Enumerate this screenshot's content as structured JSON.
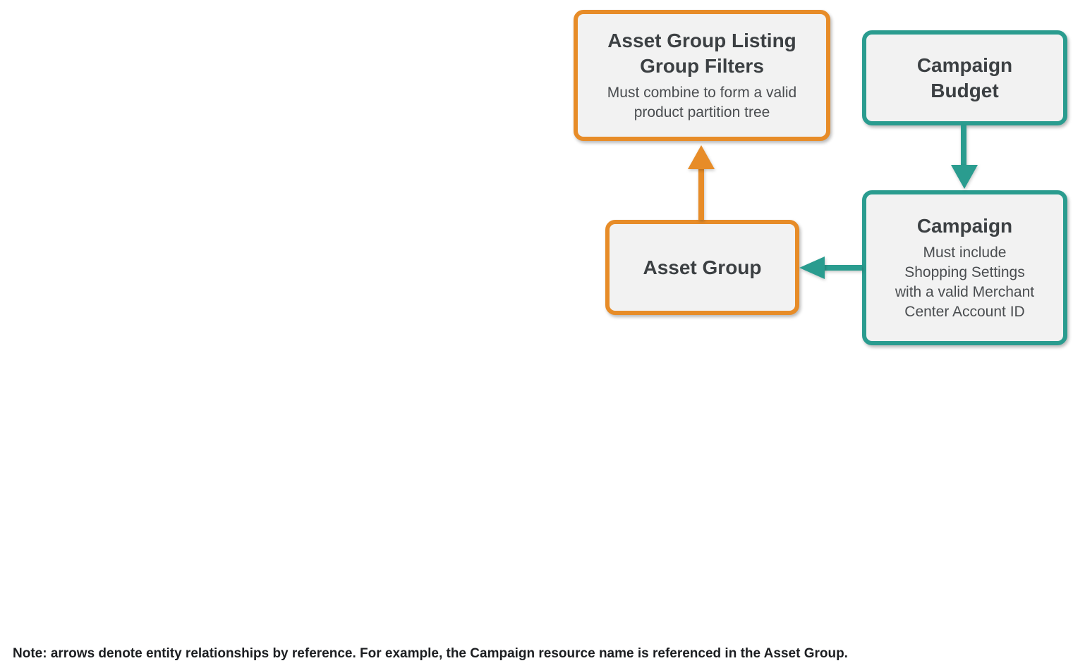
{
  "colors": {
    "orange": "#E78C28",
    "teal": "#2A9C8F",
    "node-fill": "#F2F2F2",
    "title-text": "#3C4043",
    "subtitle-text": "#4A4D50",
    "note-text": "#1C1E21"
  },
  "diagram": {
    "nodes": {
      "filters": {
        "title": "Asset Group Listing Group Filters",
        "title_lines": [
          "Asset Group Listing",
          "Group Filters"
        ],
        "subtitle": "Must combine to form a valid product partition tree",
        "subtitle_lines": [
          "Must combine to form a valid",
          "product partition tree"
        ],
        "accent": "orange"
      },
      "budget": {
        "title": "Campaign Budget",
        "title_lines": [
          "Campaign",
          "Budget"
        ],
        "accent": "teal"
      },
      "asset_group": {
        "title": "Asset Group",
        "title_lines": [
          "Asset Group"
        ],
        "accent": "orange"
      },
      "campaign": {
        "title": "Campaign",
        "title_lines": [
          "Campaign"
        ],
        "subtitle": "Must include Shopping Settings with a valid Merchant Center Account ID",
        "subtitle_lines": [
          "Must include",
          "Shopping Settings",
          "with a valid Merchant",
          "Center Account ID"
        ],
        "accent": "teal"
      }
    },
    "edges": [
      {
        "from": "Asset Group",
        "to": "Asset Group Listing Group Filters",
        "color": "orange",
        "direction": "up"
      },
      {
        "from": "Campaign Budget",
        "to": "Campaign",
        "color": "teal",
        "direction": "down"
      },
      {
        "from": "Campaign",
        "to": "Asset Group",
        "color": "teal",
        "direction": "left"
      }
    ]
  },
  "note": "Note: arrows denote entity relationships by reference. For example, the Campaign resource name is referenced in the Asset Group."
}
